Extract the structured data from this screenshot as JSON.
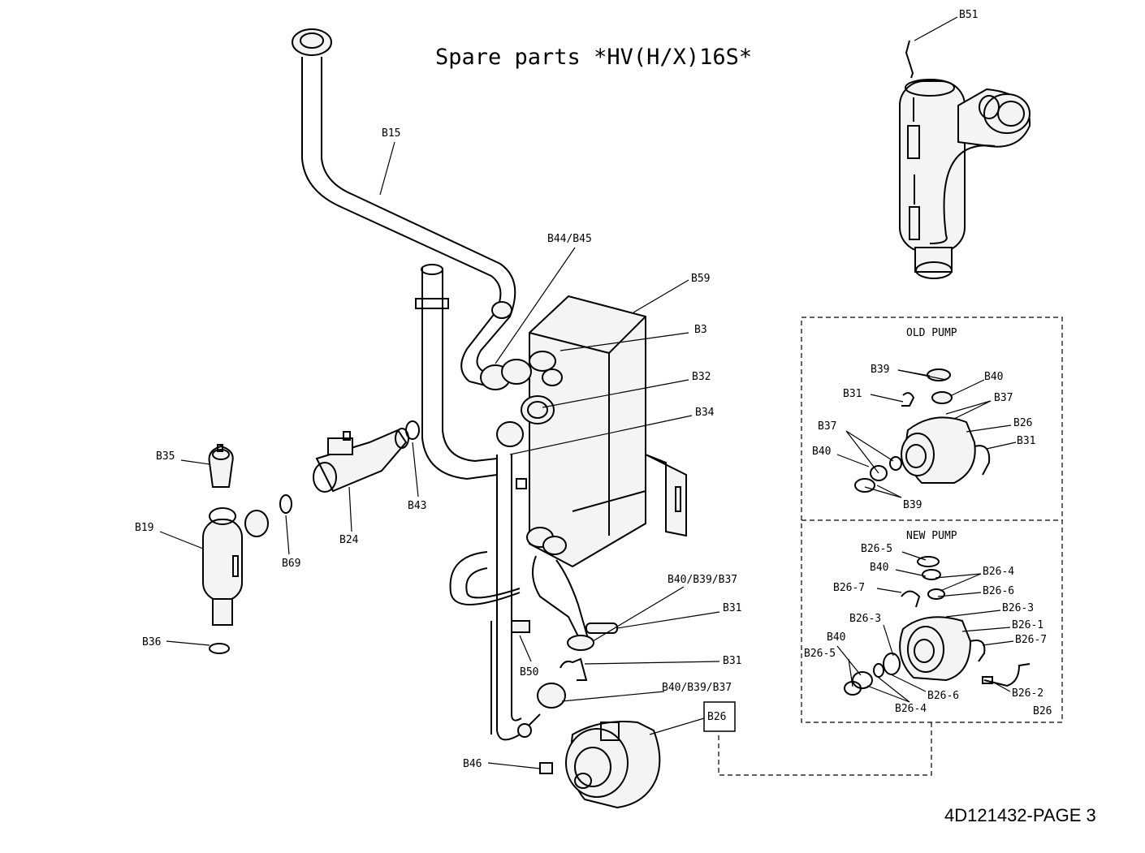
{
  "title": "Spare parts *HV(H/X)16S*",
  "footer": "4D121432-PAGE 3",
  "sections": {
    "old_pump": "OLD PUMP",
    "new_pump": "NEW PUMP",
    "box_tag": "B26"
  },
  "labels": {
    "b51": "B51",
    "b15": "B15",
    "b44_45": "B44/B45",
    "b59": "B59",
    "b3": "B3",
    "b32": "B32",
    "b34": "B34",
    "b35": "B35",
    "b19": "B19",
    "b69": "B69",
    "b24": "B24",
    "b43": "B43",
    "b36": "B36",
    "b40_39_37_a": "B40/B39/B37",
    "b31_a": "B31",
    "b31_b": "B31",
    "b50": "B50",
    "b40_39_37_b": "B40/B39/B37",
    "b26": "B26",
    "b46": "B46",
    "old_b39_a": "B39",
    "old_b40_a": "B40",
    "old_b31_a": "B31",
    "old_b37_a": "B37",
    "old_b37_b": "B37",
    "old_b26": "B26",
    "old_b40_b": "B40",
    "old_b31_b": "B31",
    "old_b39_b": "B39",
    "new_b26_5_a": "B26-5",
    "new_b40_a": "B40",
    "new_b26_4_a": "B26-4",
    "new_b26_7_a": "B26-7",
    "new_b26_6_a": "B26-6",
    "new_b26_3_a": "B26-3",
    "new_b26_3_b": "B26-3",
    "new_b26_1": "B26-1",
    "new_b40_b": "B40",
    "new_b26_7_b": "B26-7",
    "new_b26_5_b": "B26-5",
    "new_b26_6_b": "B26-6",
    "new_b26_4_b": "B26-4",
    "new_b26_2": "B26-2"
  }
}
